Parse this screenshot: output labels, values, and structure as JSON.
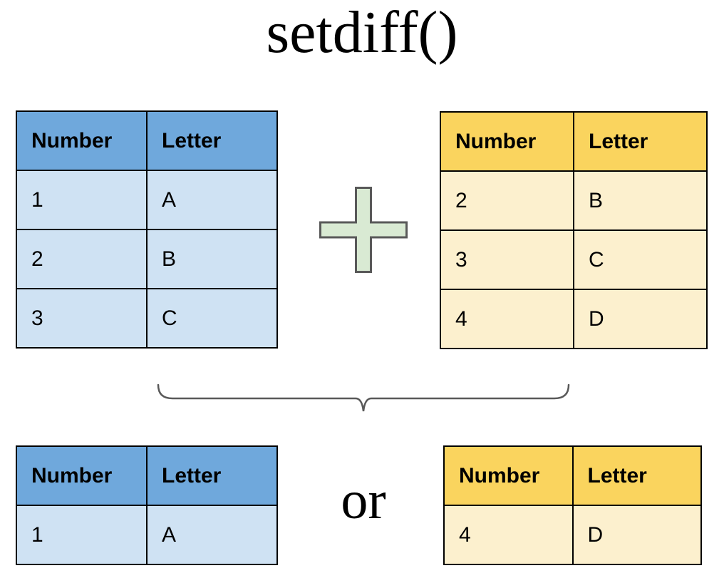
{
  "title": "setdiff()",
  "or_label": "or",
  "operator": {
    "name": "plus",
    "meaning": "combination of the two input tables"
  },
  "brace": {
    "name": "curly-brace",
    "meaning": "result of setdiff() applied to tables above"
  },
  "colors": {
    "blue_header": "#6FA8DC",
    "blue_body": "#CFE2F3",
    "yellow_header": "#FAD45E",
    "yellow_body": "#FCF0CE",
    "plus_fill": "#D9EAD3",
    "plus_stroke": "#595959",
    "brace_stroke": "#595959",
    "table_border": "#000000",
    "background": "#FFFFFF"
  },
  "tables": {
    "input_left": {
      "theme": "blue",
      "columns": [
        "Number",
        "Letter"
      ],
      "rows": [
        [
          "1",
          "A"
        ],
        [
          "2",
          "B"
        ],
        [
          "3",
          "C"
        ]
      ]
    },
    "input_right": {
      "theme": "yellow",
      "columns": [
        "Number",
        "Letter"
      ],
      "rows": [
        [
          "2",
          "B"
        ],
        [
          "3",
          "C"
        ],
        [
          "4",
          "D"
        ]
      ]
    },
    "result_left": {
      "theme": "blue",
      "columns": [
        "Number",
        "Letter"
      ],
      "rows": [
        [
          "1",
          "A"
        ]
      ]
    },
    "result_right": {
      "theme": "yellow",
      "columns": [
        "Number",
        "Letter"
      ],
      "rows": [
        [
          "4",
          "D"
        ]
      ]
    }
  }
}
